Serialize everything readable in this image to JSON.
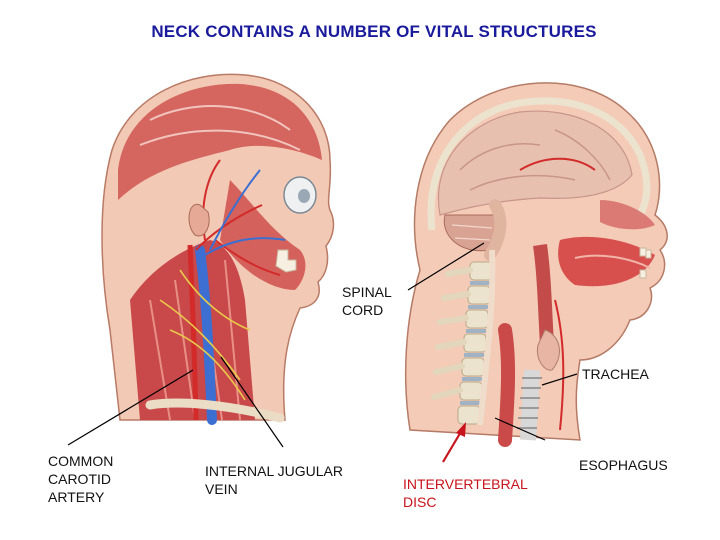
{
  "title": "NECK CONTAINS A NUMBER OF VITAL STRUCTURES",
  "labels": {
    "spinal_cord": "SPINAL\nCORD",
    "trachea": "TRACHEA",
    "common_carotid": "COMMON\nCAROTID\nARTERY",
    "internal_jugular": "INTERNAL JUGULAR\nVEIN",
    "intervertebral_disc": "INTERVERTEBRAL\nDISC",
    "esophagus": "ESOPHAGUS"
  },
  "colors": {
    "title": "#1a1a9c",
    "label": "#111111",
    "highlight_label": "#c8141c",
    "muscle": "#c9484a",
    "skin": "#f2c9b4",
    "artery": "#d32a2a",
    "vein": "#3c6fd1",
    "bone": "#ece3cf",
    "brain": "#e7c0b0"
  },
  "illustrations": [
    {
      "name": "lateral-neck-dissection",
      "description_icon": "head-neck-lateral-view"
    },
    {
      "name": "midsagittal-head-section",
      "description_icon": "head-neck-sagittal-view"
    }
  ]
}
